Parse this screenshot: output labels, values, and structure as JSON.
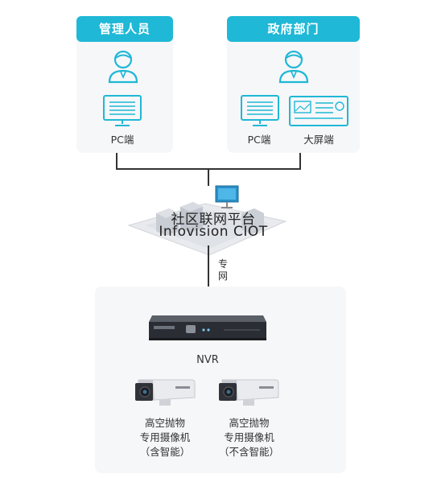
{
  "colors": {
    "accent": "#1fb8d6",
    "line": "#333333",
    "panel": "#f6f7f9"
  },
  "top": {
    "left_group": {
      "header": "管理人员",
      "user_icon": "user-icon",
      "device": {
        "icon": "pc-monitor-icon",
        "label": "PC端"
      }
    },
    "right_group": {
      "header": "政府部门",
      "user_icon": "user-icon",
      "devices": [
        {
          "icon": "pc-monitor-icon",
          "label": "PC端"
        },
        {
          "icon": "big-screen-icon",
          "label": "大屏端"
        }
      ]
    }
  },
  "platform": {
    "name_cn": "社区联网平台",
    "name_en": "Infovision CIOT",
    "icon": "cloud-platform-icon"
  },
  "link_label": [
    "专",
    "网"
  ],
  "bottom": {
    "nvr": {
      "icon": "nvr-device-icon",
      "label": "NVR"
    },
    "cameras": [
      {
        "icon": "bullet-camera-icon",
        "lines": [
          "高空抛物",
          "专用摄像机",
          "（含智能）"
        ]
      },
      {
        "icon": "bullet-camera-icon",
        "lines": [
          "高空抛物",
          "专用摄像机",
          "（不含智能）"
        ]
      }
    ]
  }
}
